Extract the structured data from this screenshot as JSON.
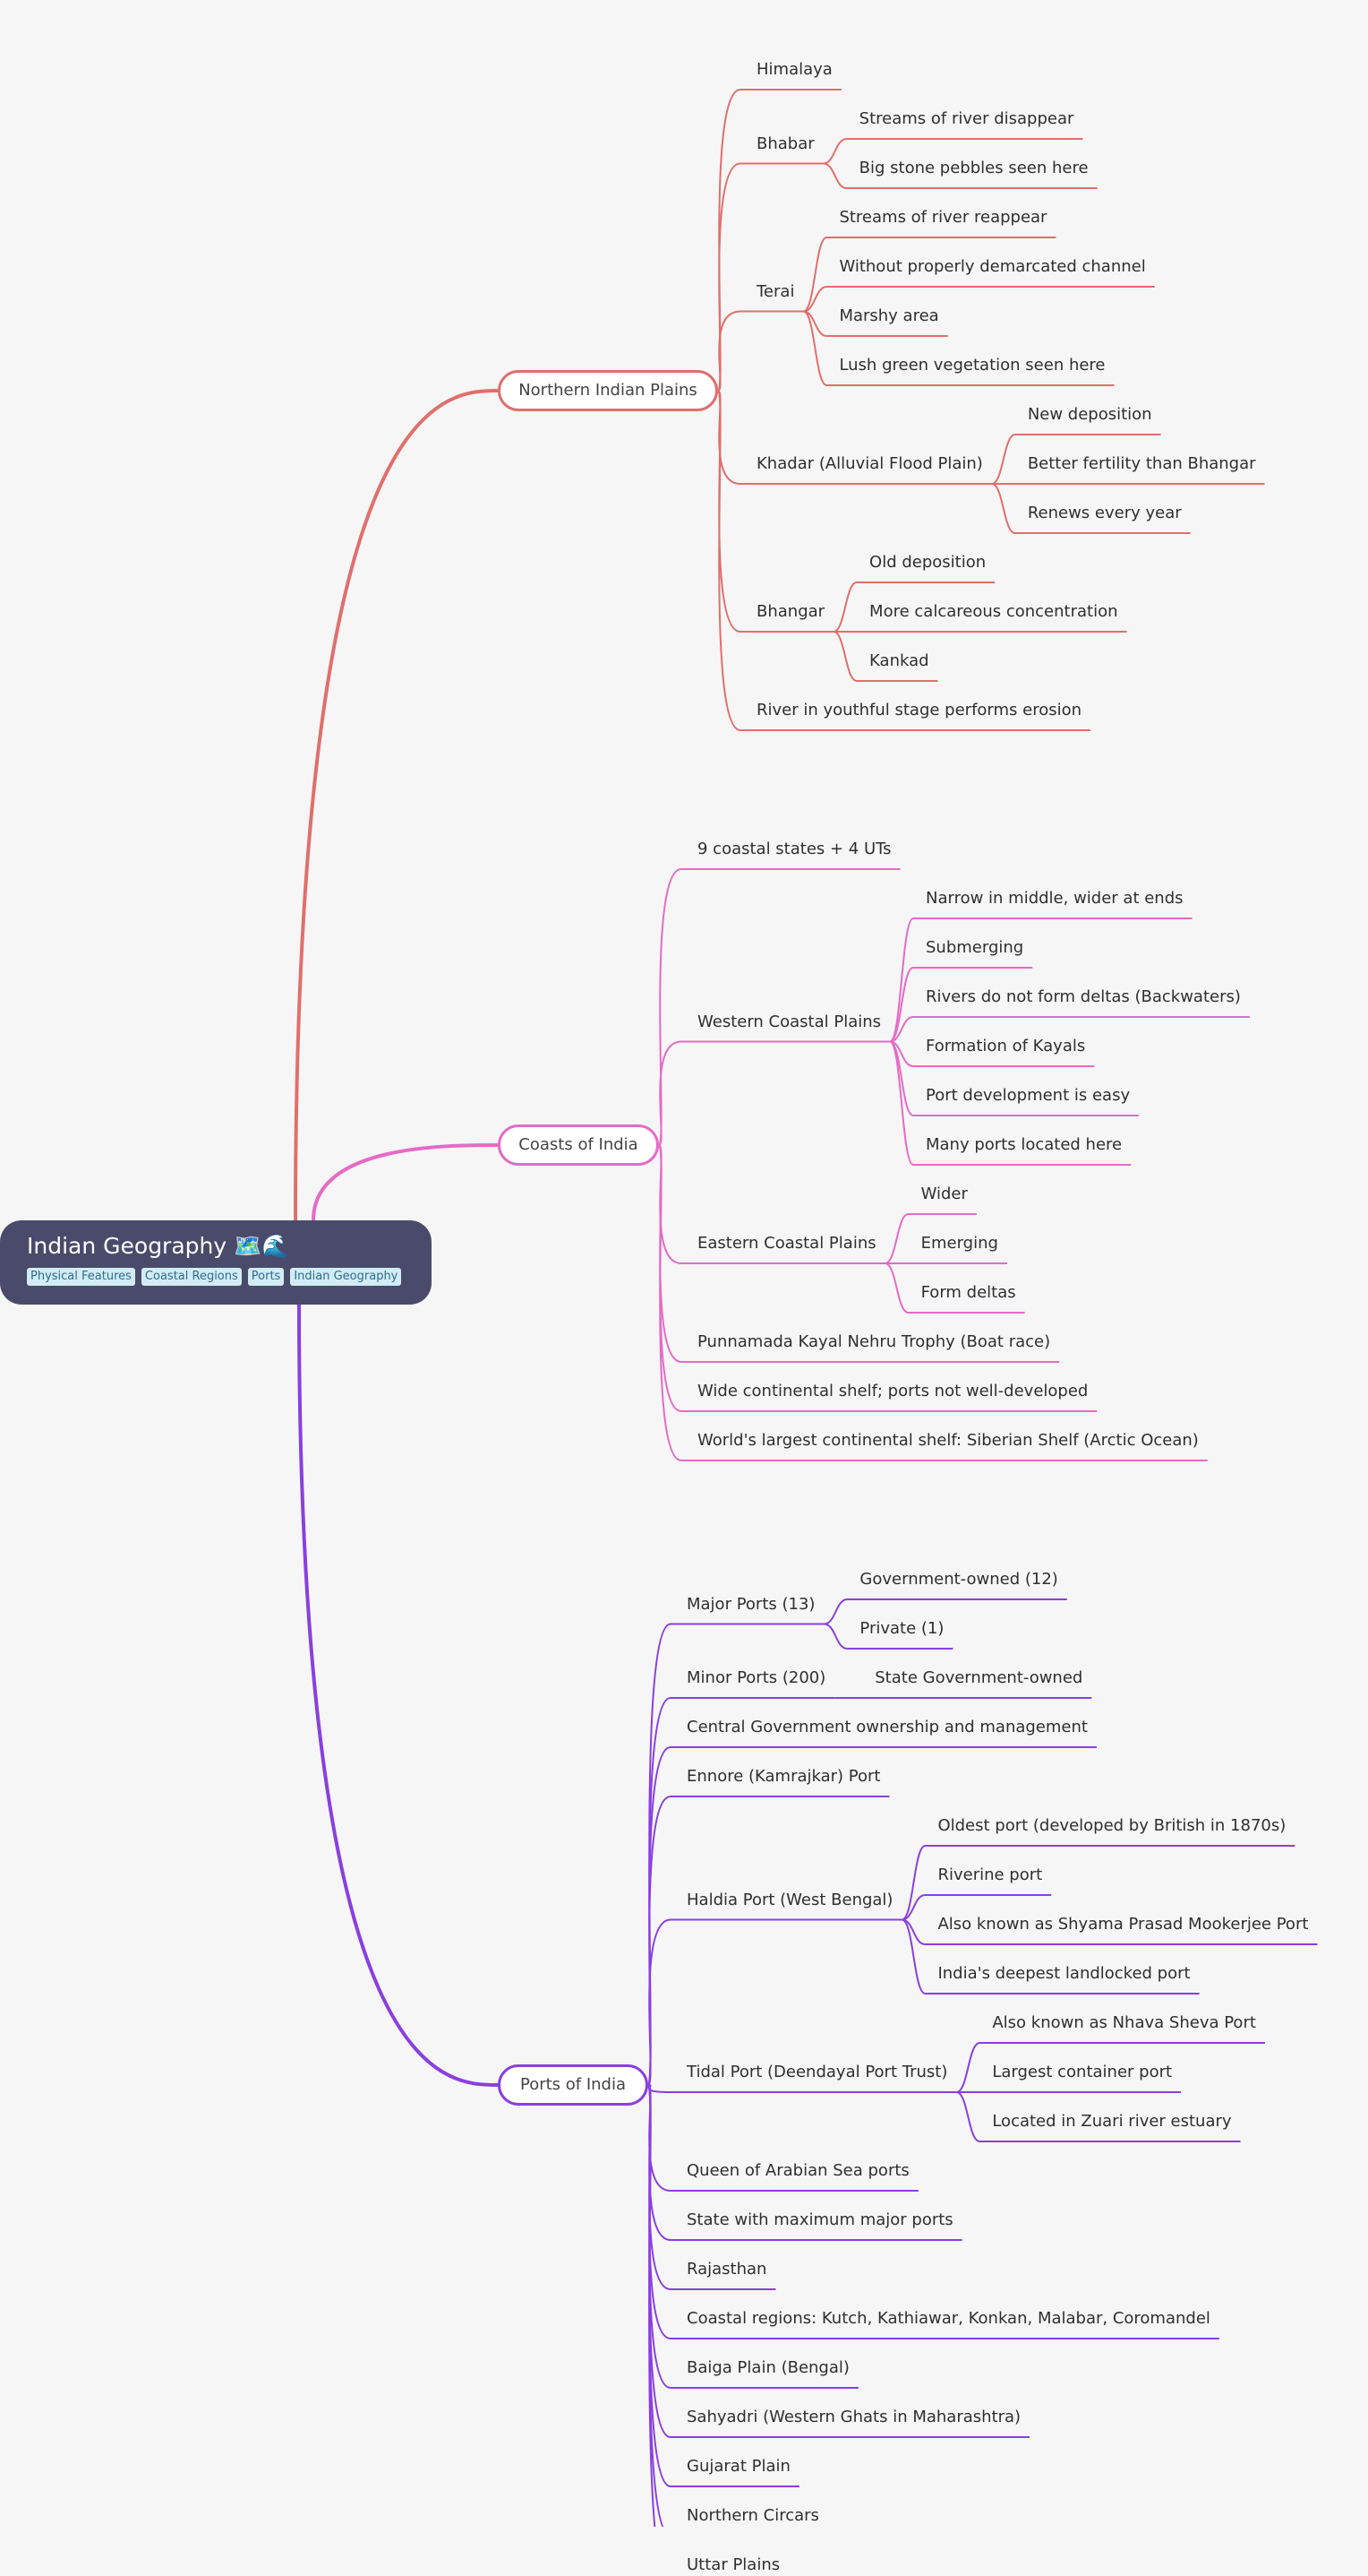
{
  "root": {
    "title": "Indian Geography 🗺️🌊",
    "tags": [
      "Physical Features",
      "Coastal Regions",
      "Ports",
      "Indian Geography"
    ]
  },
  "colors": {
    "root_bg": "#4a4b6a",
    "branch_northern": "#e06f6c",
    "branch_coasts": "#e46bc6",
    "branch_ports": "#8a3fe0",
    "tag_bg": "#d2ecf5"
  },
  "branches": [
    {
      "label": "Northern Indian Plains",
      "children": [
        {
          "label": "Himalaya"
        },
        {
          "label": "Bhabar",
          "children": [
            {
              "label": "Streams of river disappear"
            },
            {
              "label": "Big stone pebbles seen here"
            }
          ]
        },
        {
          "label": "Terai",
          "children": [
            {
              "label": "Streams of river reappear"
            },
            {
              "label": "Without properly demarcated channel"
            },
            {
              "label": "Marshy area"
            },
            {
              "label": "Lush green vegetation seen here"
            }
          ]
        },
        {
          "label": "Khadar (Alluvial Flood Plain)",
          "children": [
            {
              "label": "New deposition"
            },
            {
              "label": "Better fertility than Bhangar"
            },
            {
              "label": "Renews every year"
            }
          ]
        },
        {
          "label": "Bhangar",
          "children": [
            {
              "label": "Old deposition"
            },
            {
              "label": "More calcareous concentration"
            },
            {
              "label": "Kankad"
            }
          ]
        },
        {
          "label": "River in youthful stage performs erosion"
        }
      ]
    },
    {
      "label": "Coasts of India",
      "children": [
        {
          "label": "9 coastal states + 4 UTs"
        },
        {
          "label": "Western Coastal Plains",
          "children": [
            {
              "label": "Narrow in middle, wider at ends"
            },
            {
              "label": "Submerging"
            },
            {
              "label": "Rivers do not form deltas (Backwaters)"
            },
            {
              "label": "Formation of Kayals"
            },
            {
              "label": "Port development is easy"
            },
            {
              "label": "Many ports located here"
            }
          ]
        },
        {
          "label": "Eastern Coastal Plains",
          "children": [
            {
              "label": "Wider"
            },
            {
              "label": "Emerging"
            },
            {
              "label": "Form deltas"
            }
          ]
        },
        {
          "label": "Punnamada Kayal Nehru Trophy (Boat race)"
        },
        {
          "label": "Wide continental shelf; ports not well-developed"
        },
        {
          "label": "World's largest continental shelf: Siberian Shelf (Arctic Ocean)"
        }
      ]
    },
    {
      "label": "Ports of India",
      "children": [
        {
          "label": "Major Ports (13)",
          "children": [
            {
              "label": "Government-owned (12)"
            },
            {
              "label": "Private (1)"
            }
          ]
        },
        {
          "label": "Minor Ports (200)",
          "children": [
            {
              "label": "State Government-owned"
            }
          ]
        },
        {
          "label": "Central Government ownership and management"
        },
        {
          "label": "Ennore (Kamrajkar) Port"
        },
        {
          "label": "Haldia Port (West Bengal)",
          "children": [
            {
              "label": "Oldest port (developed by British in 1870s)"
            },
            {
              "label": "Riverine port"
            },
            {
              "label": "Also known as Shyama Prasad Mookerjee Port"
            },
            {
              "label": "India's deepest landlocked port"
            }
          ]
        },
        {
          "label": "Tidal Port (Deendayal Port Trust)",
          "children": [
            {
              "label": "Also known as Nhava Sheva Port"
            },
            {
              "label": "Largest container port"
            },
            {
              "label": "Located in Zuari river estuary"
            }
          ]
        },
        {
          "label": "Queen of Arabian Sea ports"
        },
        {
          "label": "State with maximum major ports"
        },
        {
          "label": "Rajasthan"
        },
        {
          "label": "Coastal regions: Kutch, Kathiawar, Konkan, Malabar, Coromandel"
        },
        {
          "label": "Baiga Plain (Bengal)"
        },
        {
          "label": "Sahyadri (Western Ghats in Maharashtra)"
        },
        {
          "label": "Gujarat Plain"
        },
        {
          "label": "Northern Circars"
        },
        {
          "label": "Uttar Plains"
        }
      ]
    }
  ]
}
